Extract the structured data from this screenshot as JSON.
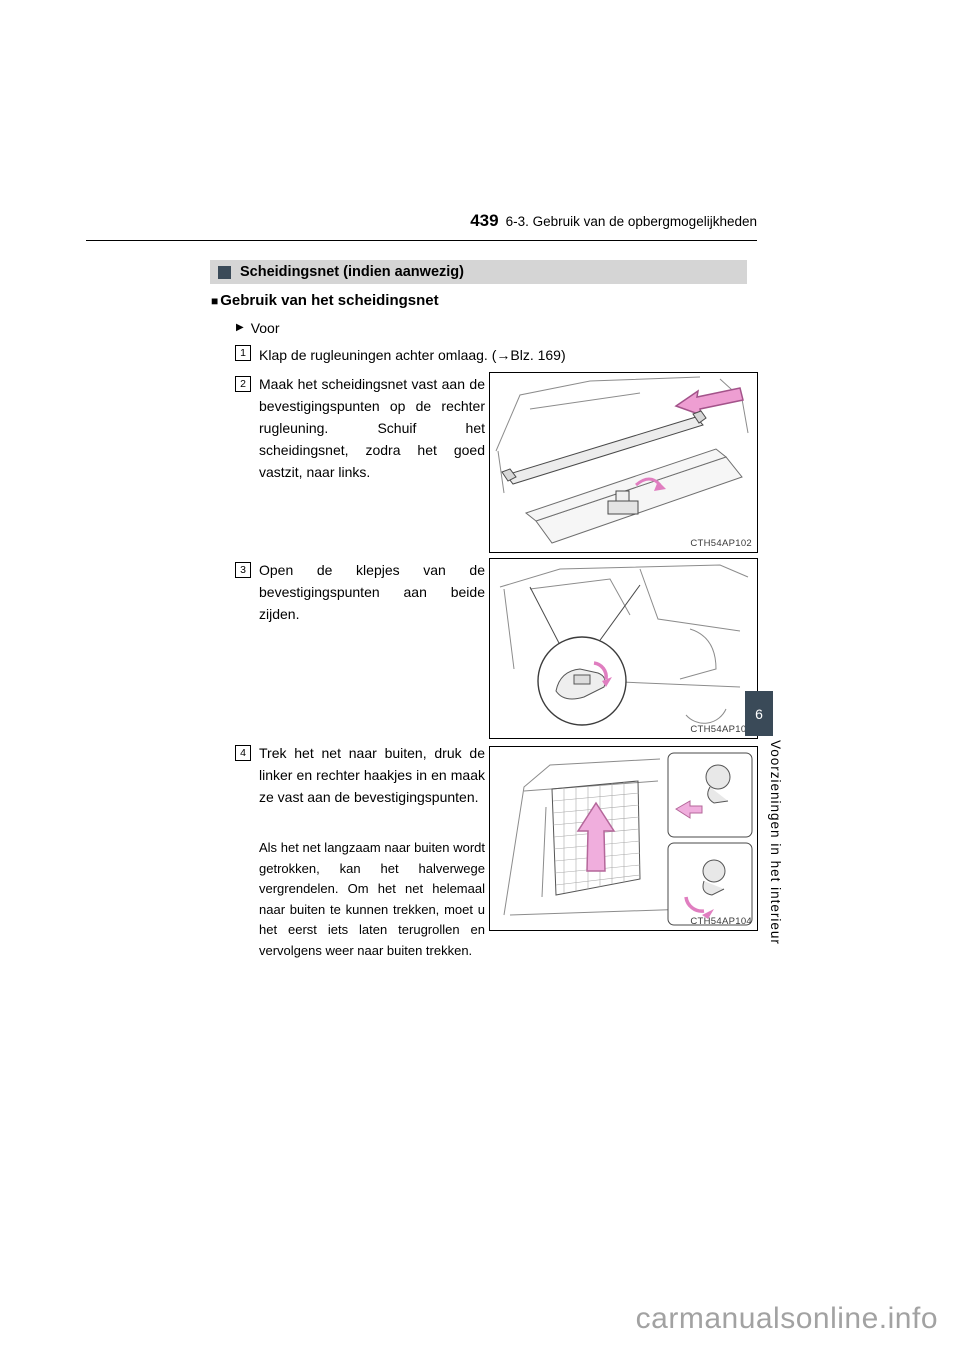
{
  "page": {
    "number": "439",
    "section_header": "6-3. Gebruik van de opbergmogelijkheden",
    "chapter_tab": "6",
    "sidebar_label": "Voorzieningen in het interieur",
    "watermark": "carmanualsonline.info"
  },
  "title_bar": {
    "title": "Scheidingsnet (indien aanwezig)"
  },
  "content": {
    "heading": "Gebruik van het scheidingsnet",
    "condition": "Voor"
  },
  "icons": {
    "heading_marker": "■",
    "condition_arrow": "▶"
  },
  "steps": [
    {
      "num": "1",
      "text": "Klap de rugleuningen achter omlaag. (→Blz. 169)"
    },
    {
      "num": "2",
      "text": "Maak het scheidingsnet vast aan de bevestigingspunten op de rechter rugleuning. Schuif het scheidingsnet, zodra het goed vastzit, naar links.",
      "figure_label": "CTH54AP102"
    },
    {
      "num": "3",
      "text": "Open de klepjes van de bevestigingspunten aan beide zijden.",
      "figure_label": "CTH54AP103"
    },
    {
      "num": "4",
      "text": "Trek het net naar buiten, druk de linker en rechter haakjes in en maak ze vast aan de bevestigingspunten.",
      "note": "Als het net langzaam naar buiten wordt getrokken, kan het halverwege vergrendelen. Om het net helemaal naar buiten te kunnen trekken, moet u het eerst iets laten terugrollen en vervolgens weer naar buiten trekken.",
      "figure_label": "CTH54AP104"
    }
  ],
  "colors": {
    "accent_dark": "#3a4a58",
    "title_bar_bg": "#d5d5d5",
    "arrow_pink": "#ee9ed2"
  }
}
